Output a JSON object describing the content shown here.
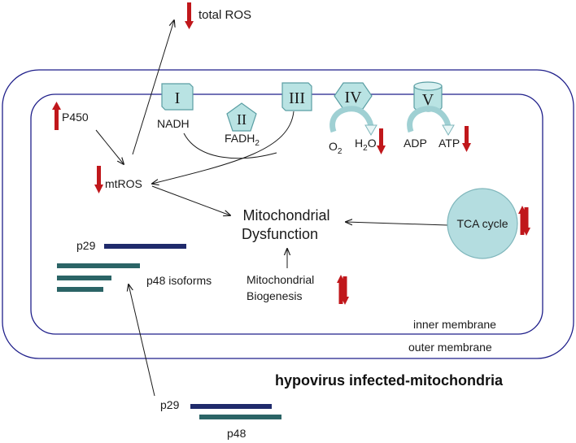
{
  "colors": {
    "membrane": "#1f1f8a",
    "complex_fill": "#b9e3e3",
    "complex_stroke": "#5a9ea3",
    "arrow_red": "#c0171b",
    "p29_bar": "#1f2a6b",
    "p48_bar": "#2b6466",
    "tca_fill": "#b4dde0",
    "tca_stroke": "#7fb6bb"
  },
  "labels": {
    "total_ros": "total ROS",
    "p450": "P450",
    "mtros": "mtROS",
    "nadh": "NADH",
    "fadh": "FADH",
    "fadh_sub": "2",
    "o2": "O",
    "o2_sub": "2",
    "h2o_h": "H",
    "h2o_sub": "2",
    "h2o_o": "O",
    "adp": "ADP",
    "atp": "ATP",
    "dysfunction_line1": "Mitochondrial",
    "dysfunction_line2": "Dysfunction",
    "biogenesis_line1": "Mitochondrial",
    "biogenesis_line2": "Biogenesis",
    "tca_cycle": "TCA cycle",
    "p29_inner": "p29",
    "p48_isoforms": "p48 isoforms",
    "inner_membrane": "inner membrane",
    "outer_membrane": "outer membrane",
    "title": "hypovirus infected-mitochondria",
    "p29_outer": "p29",
    "p48_outer": "p48"
  },
  "complexes": {
    "c1": "I",
    "c2": "II",
    "c3": "III",
    "c4": "IV",
    "c5": "V"
  }
}
